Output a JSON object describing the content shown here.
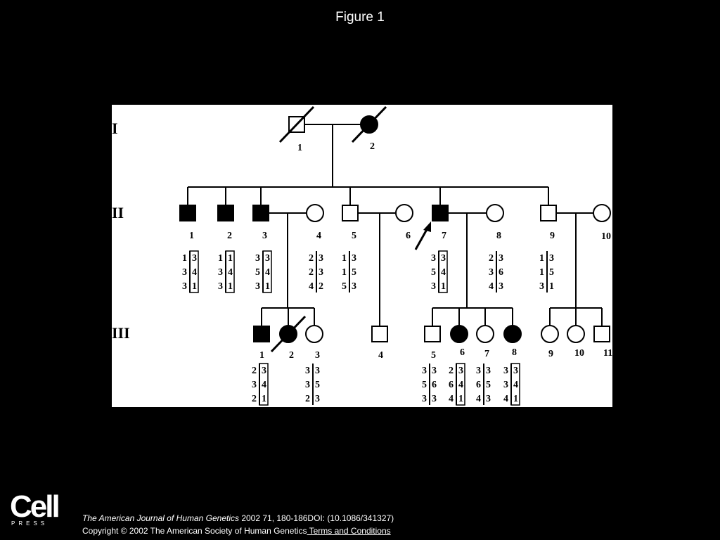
{
  "page": {
    "title": "Figure 1"
  },
  "generations": [
    "I",
    "II",
    "III"
  ],
  "pedigree": {
    "individuals": [
      {
        "id": "I-1",
        "gen": "I",
        "num": "1",
        "sex": "male",
        "affected": false,
        "deceased": true
      },
      {
        "id": "I-2",
        "gen": "I",
        "num": "2",
        "sex": "female",
        "affected": true,
        "deceased": true
      },
      {
        "id": "II-1",
        "gen": "II",
        "num": "1",
        "sex": "male",
        "affected": true,
        "genotype": [
          [
            "1",
            "3"
          ],
          [
            "3",
            "4"
          ],
          [
            "3",
            "1"
          ]
        ],
        "boxed": "right"
      },
      {
        "id": "II-2",
        "gen": "II",
        "num": "2",
        "sex": "male",
        "affected": true,
        "genotype": [
          [
            "1",
            "1"
          ],
          [
            "3",
            "4"
          ],
          [
            "3",
            "1"
          ]
        ],
        "boxed": "right"
      },
      {
        "id": "II-3",
        "gen": "II",
        "num": "3",
        "sex": "male",
        "affected": true,
        "genotype": [
          [
            "3",
            "3"
          ],
          [
            "5",
            "4"
          ],
          [
            "3",
            "1"
          ]
        ],
        "boxed": "right"
      },
      {
        "id": "II-4",
        "gen": "II",
        "num": "4",
        "sex": "female",
        "affected": false,
        "genotype": [
          [
            "2",
            "3"
          ],
          [
            "2",
            "3"
          ],
          [
            "4",
            "2"
          ]
        ]
      },
      {
        "id": "II-5",
        "gen": "II",
        "num": "5",
        "sex": "male",
        "affected": false,
        "genotype": [
          [
            "1",
            "3"
          ],
          [
            "1",
            "5"
          ],
          [
            "5",
            "3"
          ]
        ]
      },
      {
        "id": "II-6",
        "gen": "II",
        "num": "6",
        "sex": "female",
        "affected": false
      },
      {
        "id": "II-7",
        "gen": "II",
        "num": "7",
        "sex": "male",
        "affected": true,
        "proband": true,
        "genotype": [
          [
            "3",
            "3"
          ],
          [
            "5",
            "4"
          ],
          [
            "3",
            "1"
          ]
        ],
        "boxed": "right"
      },
      {
        "id": "II-8",
        "gen": "II",
        "num": "8",
        "sex": "female",
        "affected": false,
        "genotype": [
          [
            "2",
            "3"
          ],
          [
            "3",
            "6"
          ],
          [
            "4",
            "3"
          ]
        ]
      },
      {
        "id": "II-9",
        "gen": "II",
        "num": "9",
        "sex": "male",
        "affected": false,
        "genotype": [
          [
            "1",
            "3"
          ],
          [
            "1",
            "5"
          ],
          [
            "3",
            "1"
          ]
        ]
      },
      {
        "id": "II-10",
        "gen": "II",
        "num": "10",
        "sex": "female",
        "affected": false
      },
      {
        "id": "III-1",
        "gen": "III",
        "num": "1",
        "sex": "male",
        "affected": true,
        "genotype": [
          [
            "2",
            "3"
          ],
          [
            "3",
            "4"
          ],
          [
            "2",
            "1"
          ]
        ],
        "boxed": "right"
      },
      {
        "id": "III-2",
        "gen": "III",
        "num": "2",
        "sex": "female",
        "affected": true,
        "deceased": true
      },
      {
        "id": "III-3",
        "gen": "III",
        "num": "3",
        "sex": "female",
        "affected": false,
        "genotype": [
          [
            "3",
            "3"
          ],
          [
            "3",
            "5"
          ],
          [
            "2",
            "3"
          ]
        ]
      },
      {
        "id": "III-4",
        "gen": "III",
        "num": "4",
        "sex": "male",
        "affected": false
      },
      {
        "id": "III-5",
        "gen": "III",
        "num": "5",
        "sex": "male",
        "affected": false,
        "genotype": [
          [
            "3",
            "3"
          ],
          [
            "5",
            "6"
          ],
          [
            "3",
            "3"
          ]
        ]
      },
      {
        "id": "III-6",
        "gen": "III",
        "num": "6",
        "sex": "female",
        "affected": true,
        "genotype": [
          [
            "2",
            "3"
          ],
          [
            "6",
            "4"
          ],
          [
            "4",
            "1"
          ]
        ],
        "boxed": "right"
      },
      {
        "id": "III-7",
        "gen": "III",
        "num": "7",
        "sex": "female",
        "affected": false,
        "genotype": [
          [
            "3",
            "3"
          ],
          [
            "6",
            "5"
          ],
          [
            "4",
            "3"
          ]
        ]
      },
      {
        "id": "III-8",
        "gen": "III",
        "num": "8",
        "sex": "female",
        "affected": true,
        "genotype": [
          [
            "3",
            "3"
          ],
          [
            "3",
            "4"
          ],
          [
            "4",
            "1"
          ]
        ],
        "boxed": "right"
      },
      {
        "id": "III-9",
        "gen": "III",
        "num": "9",
        "sex": "female",
        "affected": false
      },
      {
        "id": "III-10",
        "gen": "III",
        "num": "10",
        "sex": "female",
        "affected": false
      },
      {
        "id": "III-11",
        "gen": "III",
        "num": "11",
        "sex": "male",
        "affected": false
      }
    ]
  },
  "footer": {
    "logo_word": "Cell",
    "logo_sub": "PRESS",
    "journal": "The American Journal of Human Genetics",
    "citation_rest": " 2002 71, 180-186DOI: (10.1086/341327)",
    "copyright": "Copyright © 2002 The American Society of Human Genetics",
    "terms_link": " Terms and Conditions"
  },
  "colors": {
    "background": "#000000",
    "panel": "#ffffff",
    "ink": "#000000",
    "text": "#ffffff"
  }
}
